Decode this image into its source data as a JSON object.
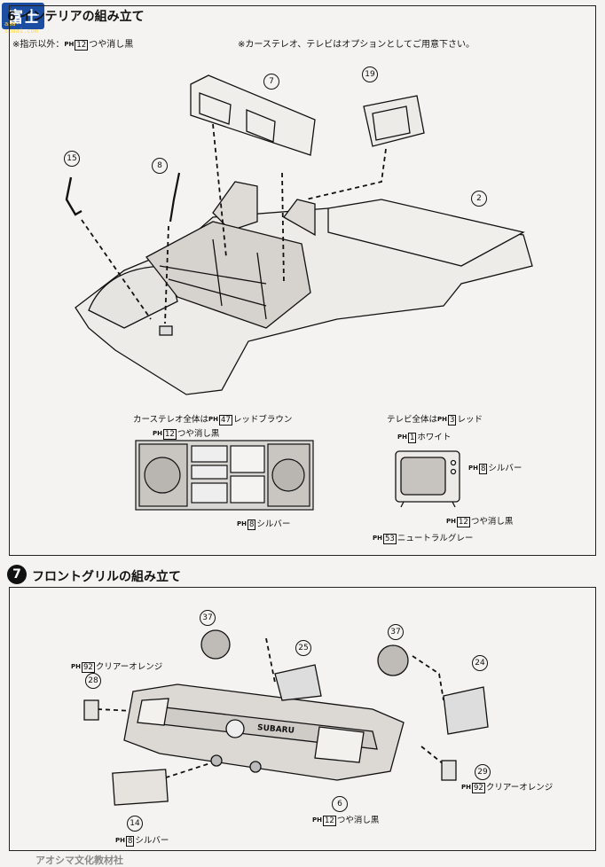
{
  "logo": {
    "text": "富士",
    "sub": "aaa-shuai.com"
  },
  "section1": {
    "title": "6 インテリアの組み立て",
    "note_left_prefix": "※指示以外：",
    "note_left_code": "12",
    "note_left_suffix": "つや消し黒",
    "note_right": "※カーステレオ、テレビはオプションとしてご用意下さい。"
  },
  "paint_prefix": "PH",
  "callouts1": {
    "c7": "7",
    "c19": "19",
    "c15": "15",
    "c8": "8",
    "c2": "2"
  },
  "stereo": {
    "title_prefix": "カーステレオ全体は",
    "title_code": "47",
    "title_suffix": "レッドブラウン",
    "sub_code": "12",
    "sub_text": "つや消し黒",
    "silver_code": "8",
    "silver_text": "シルバー"
  },
  "tv": {
    "title_prefix": "テレビ全体は",
    "title_code": "3",
    "title_suffix": "レッド",
    "white_code": "1",
    "white_text": "ホワイト",
    "silver_code": "8",
    "silver_text": "シルバー",
    "black_code": "12",
    "black_text": "つや消し黒",
    "gray_code": "53",
    "gray_text": "ニュートラルグレー"
  },
  "section2": {
    "number": "7",
    "title": "フロントグリルの組み立て"
  },
  "callouts2": {
    "c37a": "37",
    "c25": "25",
    "c37b": "37",
    "c24": "24",
    "c28": "28",
    "c29": "29",
    "c6": "6",
    "c14": "14"
  },
  "grille": {
    "left_code": "92",
    "left_text": "クリアーオレンジ",
    "right_code": "92",
    "right_text": "クリアーオレンジ",
    "bottom_code": "12",
    "bottom_text": "つや消し黒",
    "silver_code": "8",
    "silver_text": "シルバー",
    "badge": "SUBARU"
  },
  "bottom_strip": "アオシマ文化教材社"
}
